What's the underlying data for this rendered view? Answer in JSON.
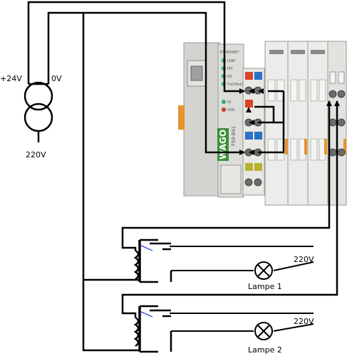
{
  "supply": {
    "plus_label": "+24V",
    "zero_label": "0V",
    "mains_label": "220V"
  },
  "controller": {
    "ethernet_label": "ETHERNET",
    "leds": [
      "LINK",
      "MS",
      "NS",
      "TxD/RxD"
    ],
    "io_leds": [
      "IO",
      "USR"
    ],
    "brand": "WAGO",
    "model": "750-841"
  },
  "circuits": [
    {
      "voltage_label": "220V",
      "lamp_label": "Lampe 1"
    },
    {
      "voltage_label": "220V",
      "lamp_label": "Lampe 2"
    }
  ],
  "colors": {
    "wire": "#000000",
    "module_grey": "#cfd0cc",
    "terminal_red": "#d8432a",
    "terminal_blue": "#2a71c8",
    "terminal_yellow": "#b9b12e",
    "led_green": "#2fb16a",
    "led_red": "#c33a2a",
    "brand_green": "#3c8f3a",
    "orange_tab": "#e8922c"
  }
}
